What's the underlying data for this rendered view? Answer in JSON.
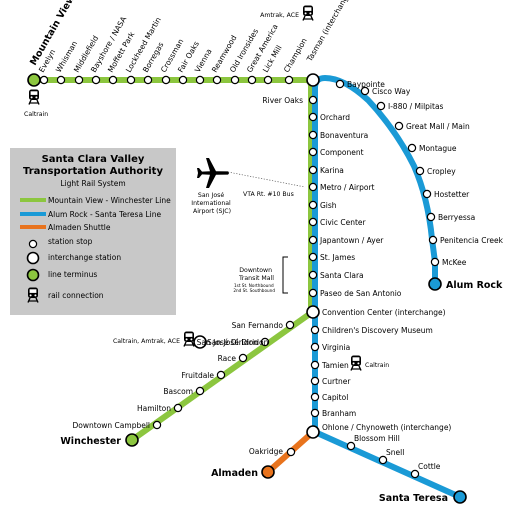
{
  "colors": {
    "mountain_view_winchester": "#8cc63f",
    "alum_rock_santa_teresa": "#1a9ad6",
    "almaden_shuttle": "#e8731d",
    "legend_bg": "#c8c8c8"
  },
  "termini": {
    "mountain_view": "Mountain View",
    "alum_rock": "Alum Rock",
    "winchester": "Winchester",
    "almaden": "Almaden",
    "santa_teresa": "Santa Teresa"
  },
  "top_line_stations": [
    "Evelyn",
    "Whisman",
    "Middlefield",
    "Bayshore / NASA",
    "Moffett Park",
    "Lockheed Martin",
    "Borregas",
    "Crossman",
    "Fair Oaks",
    "Vienna",
    "Reamwood",
    "Old Ironsides",
    "Great America",
    "Lick Mill",
    "Champion"
  ],
  "trunk_stations": [
    "River Oaks",
    "Orchard",
    "Bonaventura",
    "Component",
    "Karina",
    "Metro / Airport",
    "Gish",
    "Civic Center",
    "Japantown / Ayer",
    "St. James",
    "Santa Clara",
    "Paseo de San Antonio"
  ],
  "lower_trunk_stations": [
    "Children's Discovery Museum",
    "Virginia",
    "Tamien",
    "Curtner",
    "Capitol",
    "Branham"
  ],
  "alum_rock_branch": [
    "Baypointe",
    "Cisco Way",
    "I-880 / Milpitas",
    "Great Mall / Main",
    "Montague",
    "Cropley",
    "Hostetter",
    "Berryessa",
    "Penitencia Creek",
    "McKee"
  ],
  "winchester_branch": [
    "San Fernando",
    "San José Diridon",
    "Race",
    "Fruitdale",
    "Bascom",
    "Hamilton",
    "Downtown Campbell"
  ],
  "santa_teresa_branch": [
    "Blossom Hill",
    "Snell",
    "Cottle"
  ],
  "almaden_branch": [
    "Oakridge"
  ],
  "interchanges": {
    "tasman": "Tasman (interchange)",
    "convention_center": "Convention Center (interchange)",
    "ohlone_chynoweth": "Ohlone / Chynoweth (interchange)"
  },
  "rail_connections": {
    "mountain_view": "Caltrain",
    "champion_area": "Amtrak, ACE",
    "diridon": "Caltrain, Amtrak, ACE",
    "tamien": "Caltrain"
  },
  "airport": {
    "name": "San José International Airport (SJC)",
    "name_lines": [
      "San José",
      "International",
      "Airport (SJC)"
    ],
    "bus": "VTA Rt. #10 Bus"
  },
  "transit_mall": {
    "title_lines": [
      "Downtown",
      "Transit Mall"
    ],
    "notes": [
      "1st St. Northbound",
      "2nd St. Southbound"
    ]
  },
  "legend": {
    "title_lines": [
      "Santa Clara Valley",
      "Transportation Authority"
    ],
    "subtitle": "Light Rail System",
    "items": [
      {
        "label": "Mountain View - Winchester Line",
        "kind": "line",
        "color": "#8cc63f"
      },
      {
        "label": "Alum Rock - Santa Teresa Line",
        "kind": "line",
        "color": "#1a9ad6"
      },
      {
        "label": "Almaden Shuttle",
        "kind": "line",
        "color": "#e8731d"
      },
      {
        "label": "station stop",
        "kind": "stop"
      },
      {
        "label": "interchange station",
        "kind": "interchange"
      },
      {
        "label": "line terminus",
        "kind": "terminus"
      },
      {
        "label": "rail connection",
        "kind": "train-icon"
      }
    ]
  }
}
